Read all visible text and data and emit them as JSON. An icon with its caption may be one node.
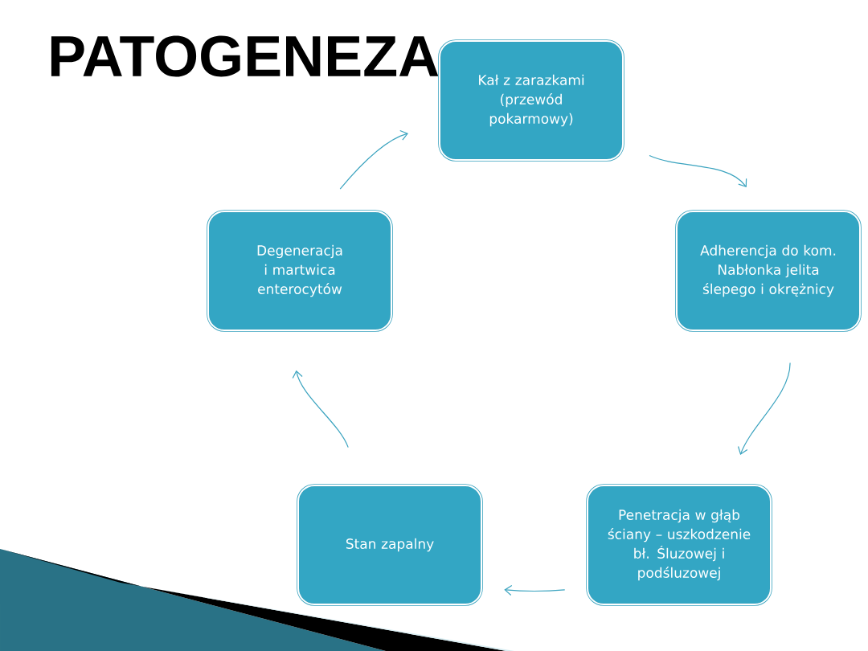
{
  "diagram": {
    "title": "PATOGENEZA",
    "nodes": [
      {
        "text": [
          "Kał z zarazkami (przewód pokarmowy)"
        ]
      },
      {
        "text": [
          "Adherencja do kom. Nabłonka jelita ślepego i okrężnicy"
        ]
      },
      {
        "text": [
          "Penetracja w głąb ściany  – uszkodzenie bł. Śluzowej i podśluzowej"
        ]
      },
      {
        "text": [
          "Stan zapalny"
        ]
      },
      {
        "text": [
          "Degeneracja i martwica enterocytów"
        ]
      }
    ],
    "edges": [
      {
        "from": 0,
        "to": 1,
        "arrow": "to"
      },
      {
        "from": 1,
        "to": 2,
        "arrow": "to"
      },
      {
        "from": 2,
        "to": 3,
        "arrow": "to"
      },
      {
        "from": 3,
        "to": 4,
        "arrow": "to"
      },
      {
        "from": 4,
        "to": 0,
        "arrow": "to"
      }
    ]
  }
}
